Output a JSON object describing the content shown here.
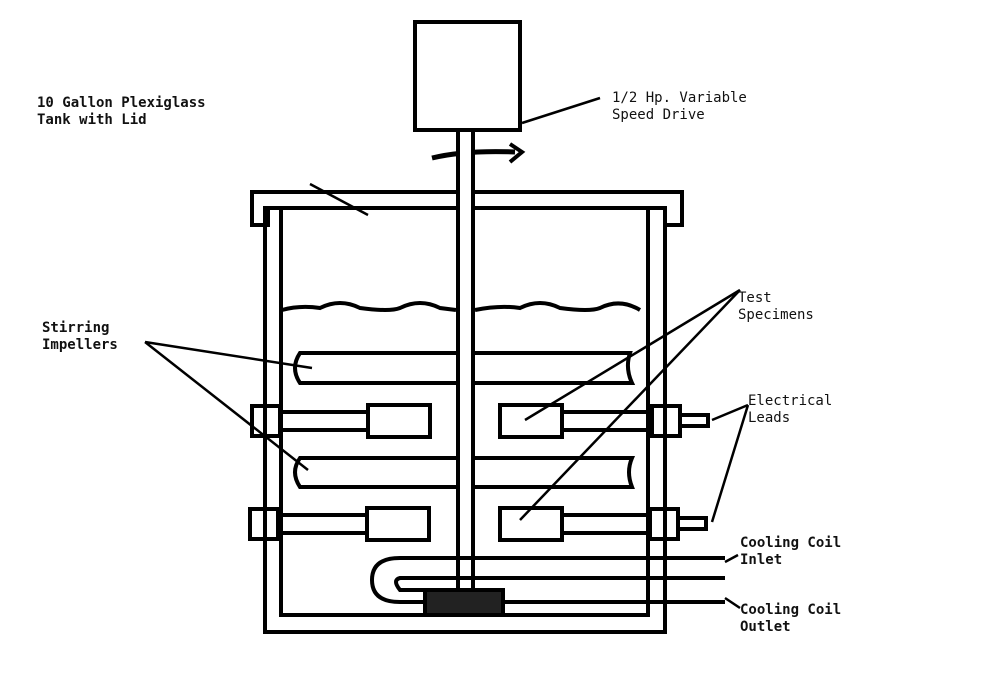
{
  "labels": {
    "tank": [
      "10 Gallon Plexiglass",
      "Tank with Lid"
    ],
    "drive": [
      "1/2 Hp. Variable",
      "Speed Drive"
    ],
    "impellers": [
      "Stirring",
      "Impellers"
    ],
    "specimens": [
      "Test",
      "Specimens"
    ],
    "leads": [
      "Electrical",
      "Leads"
    ],
    "inlet": [
      "Cooling Coil",
      "Inlet"
    ],
    "outlet": [
      "Cooling Coil",
      "Outlet"
    ]
  }
}
